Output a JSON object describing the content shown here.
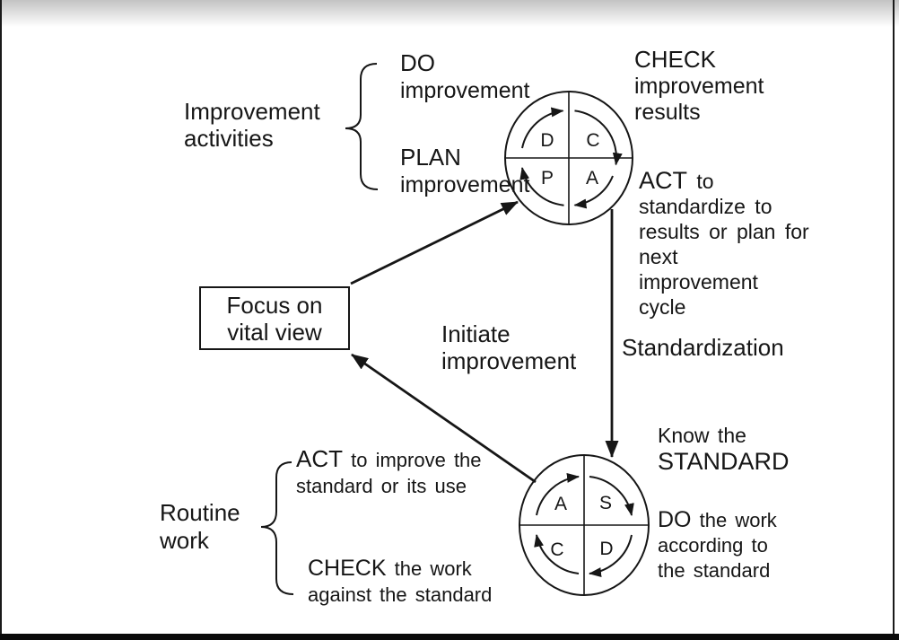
{
  "colors": {
    "ink": "#161616",
    "background": "#ffffff",
    "frame_edge": "#1a1a1a",
    "gradient_top": "#c3c3c3"
  },
  "improvement": {
    "group_label": {
      "line1": "Improvement",
      "line2": "activities"
    },
    "do": {
      "keyword": "DO",
      "line2": "improvement"
    },
    "plan": {
      "keyword": "PLAN",
      "line2": "improvement"
    },
    "check": {
      "keyword": "CHECK",
      "line2": "improvement",
      "line3": "results"
    },
    "act": {
      "keyword": "ACT",
      "rest": "to",
      "line2": "standardize to",
      "line3": "results or plan for",
      "line4": "next",
      "line5": "improvement",
      "line6": "cycle"
    },
    "cycle_letters": {
      "tl": "D",
      "tr": "C",
      "bl": "P",
      "br": "A"
    }
  },
  "center": {
    "focus_box": {
      "line1": "Focus on",
      "line2": "vital view"
    },
    "initiate": {
      "line1": "Initiate",
      "line2": "improvement"
    },
    "standardization": "Standardization"
  },
  "routine": {
    "group_label": {
      "line1": "Routine",
      "line2": "work"
    },
    "know": {
      "line1": "Know the",
      "line2": "STANDARD"
    },
    "do": {
      "keyword": "DO",
      "rest": "the work",
      "line2": "according to",
      "line3": "the standard"
    },
    "act": {
      "keyword": "ACT",
      "rest": "to improve the",
      "line2": "standard or its use"
    },
    "check": {
      "keyword": "CHECK",
      "rest": "the work",
      "line2": "against the standard"
    },
    "cycle_letters": {
      "tl": "A",
      "tr": "S",
      "bl": "C",
      "br": "D"
    }
  }
}
